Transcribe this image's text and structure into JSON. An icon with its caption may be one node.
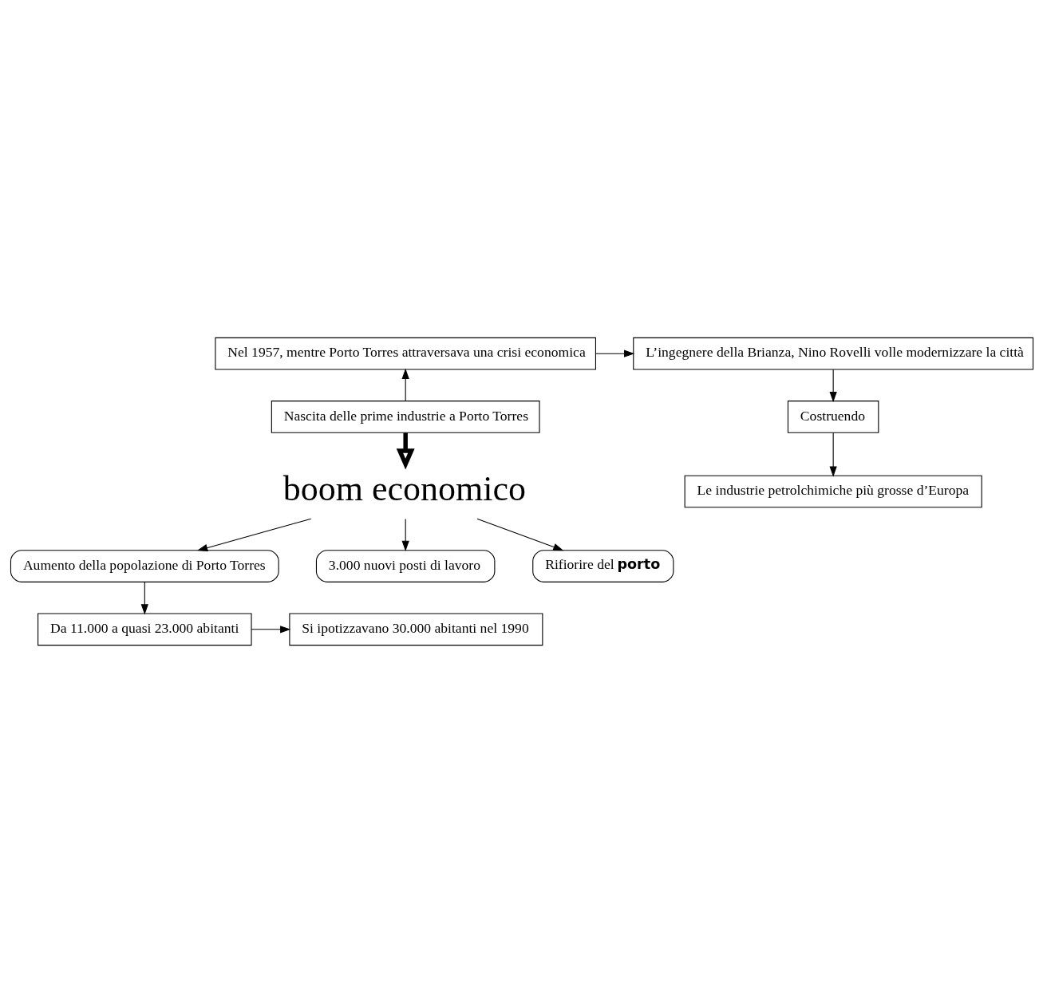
{
  "diagram": {
    "nodes": [
      {
        "text": [
          "L’ingegnere della Brianza, Nino Rovelli volle modernizzare la città"
        ]
      },
      {
        "text": [
          "Costruendo"
        ]
      },
      {
        "text": [
          "Le industrie petrolchimiche più grosse d’Europa"
        ]
      },
      {
        "text": [
          "Nel 1957, mentre Porto Torres attraversava una crisi economica"
        ]
      },
      {
        "text": [
          "Nascita delle prime industrie a Porto Torres"
        ]
      },
      {
        "text": [
          "boom economico"
        ]
      },
      {
        "text": [
          "Aumento della popolazione di Porto Torres"
        ]
      },
      {
        "text": [
          "3.000 nuovi posti di lavoro"
        ]
      },
      {
        "text": [
          "Rifiorire del **porto**"
        ]
      },
      {
        "text": [
          "Da 11.000 a quasi 23.000 abitanti"
        ]
      },
      {
        "text": [
          "Si ipotizzavano 30.000 abitanti nel 1990"
        ]
      }
    ],
    "edges": [
      {
        "from": 3,
        "to": 0,
        "arrow": "to"
      },
      {
        "from": 0,
        "to": 1,
        "arrow": "to"
      },
      {
        "from": 1,
        "to": 2,
        "arrow": "to"
      },
      {
        "from": 4,
        "to": 3,
        "arrow": "to"
      },
      {
        "from": 4,
        "to": 5,
        "arrow": "to",
        "style": "thick"
      },
      {
        "from": 5,
        "to": 6,
        "arrow": "to"
      },
      {
        "from": 5,
        "to": 7,
        "arrow": "to"
      },
      {
        "from": 5,
        "to": 8,
        "arrow": "to"
      },
      {
        "from": 6,
        "to": 9,
        "arrow": "to"
      },
      {
        "from": 9,
        "to": 10,
        "arrow": "to"
      }
    ]
  }
}
